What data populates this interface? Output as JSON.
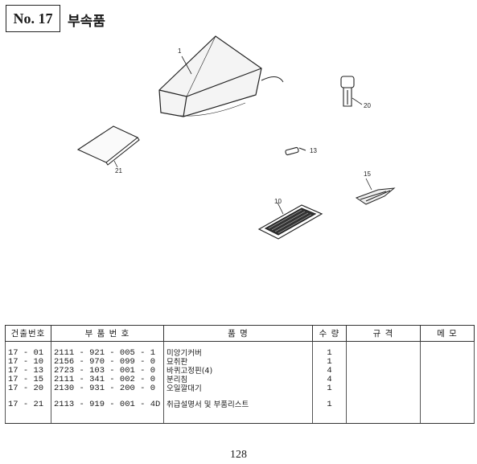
{
  "header": {
    "number": "No. 17",
    "title": "부속품"
  },
  "callouts": {
    "c1": "1",
    "c10": "10",
    "c13": "13",
    "c15": "15",
    "c20": "20",
    "c21": "21"
  },
  "table": {
    "headers": [
      "건출번호",
      "부 품 번 호",
      "품 명",
      "수 량",
      "규 격",
      "메 모"
    ],
    "rows": [
      {
        "ref": "17 - 01",
        "part_no": "2111 - 921 - 005 - 1",
        "name": "미앙기커버",
        "qty": "1"
      },
      {
        "ref": "17 - 10",
        "part_no": "2156 - 970 - 099 - 0",
        "name": "묘취판",
        "qty": "1"
      },
      {
        "ref": "17 - 13",
        "part_no": "2723 - 103 - 001 - 0",
        "name": "바퀴고정핀(4)",
        "qty": "4"
      },
      {
        "ref": "17 - 15",
        "part_no": "2111 - 341 - 002 - 0",
        "name": "분리침",
        "qty": "4"
      },
      {
        "ref": "17 - 20",
        "part_no": "2130 - 931 - 200 - 0",
        "name": "오일깔대기",
        "qty": "1"
      },
      {
        "ref": "17 - 21",
        "part_no": "2113 - 919 - 001 - 4D",
        "name": "취급설명서 및 부품리스트",
        "qty": "1"
      }
    ]
  },
  "page_number": "128"
}
